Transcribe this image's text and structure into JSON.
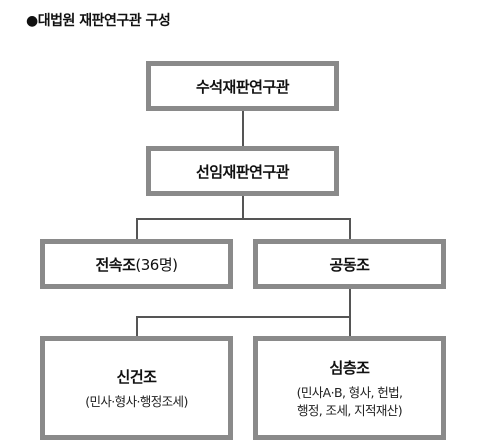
{
  "title": "●대법원 재판연구관 구성",
  "nodes": {
    "senior": {
      "label": "수석재판연구관"
    },
    "sunim": {
      "label": "선임재판연구관"
    },
    "jeonsok": {
      "label": "전속조",
      "count": "(36명)"
    },
    "gongdong": {
      "label": "공동조"
    },
    "singeon": {
      "label": "신건조",
      "sub": [
        "(민사·형사·행정조세)"
      ]
    },
    "simcheung": {
      "label": "심층조",
      "sub": [
        "(민사A·B, 형사, 헌법,",
        "행정, 조세, 지적재산)"
      ]
    }
  },
  "colors": {
    "box_border": "#8a8a8a",
    "connector": "#555555",
    "text": "#111111"
  }
}
